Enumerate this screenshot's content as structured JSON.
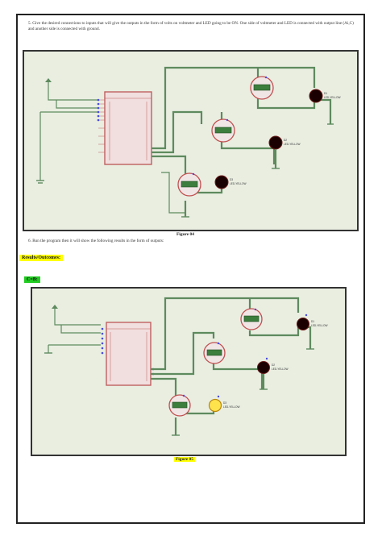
{
  "step5": "5.  Give the desired connections to inputs that will give the outputs in the form of volts on voltmeter and LED going to be ON. One side of voltmeter and LED is connected with output line (Ai,C) and another side is connected with ground.",
  "figure1_caption": "Figure 04",
  "step6": "6.  Run the program then it will show the following results in the form of outputs:",
  "results_heading": "Results/Outcomes:",
  "case_label": "C=B:",
  "figure2_caption": "Figure 05",
  "colors": {
    "wire": "#5e8a5e",
    "schematic_bg": "#e9eee1",
    "highlight": "#ffff00",
    "case_highlight": "#22cc22",
    "led_on": "#ffe34d",
    "led_off": "#1a0000"
  }
}
